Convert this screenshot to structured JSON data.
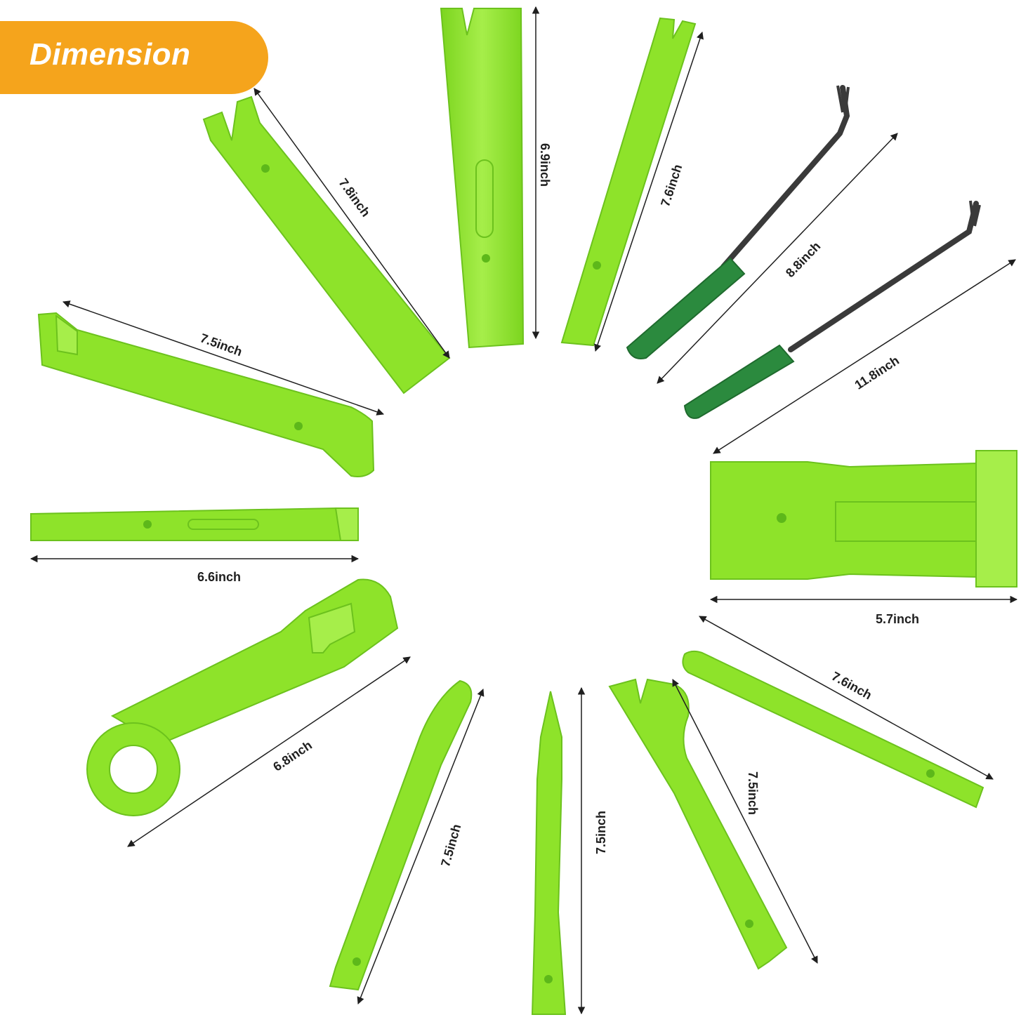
{
  "banner": {
    "title": "Dimension",
    "color": "#f5a41c"
  },
  "colors": {
    "tool_fill": "#8ee32a",
    "tool_light": "#b4f25a",
    "tool_dark": "#5db81a",
    "handle": "#2b8a3e",
    "rod": "#3a3a3a"
  },
  "tools": [
    {
      "name": "angled-fork-pry-tool",
      "dimension": "7.8inch"
    },
    {
      "name": "straight-fork-pry-tool",
      "dimension": "6.9inch"
    },
    {
      "name": "narrow-fork-pry-tool",
      "dimension": "7.6inch"
    },
    {
      "name": "short-clip-remover",
      "dimension": "8.8inch"
    },
    {
      "name": "long-clip-remover",
      "dimension": "11.8inch"
    },
    {
      "name": "hooked-wide-pry-tool",
      "dimension": "7.5inch"
    },
    {
      "name": "flat-hook-pry-tool",
      "dimension": "6.6inch"
    },
    {
      "name": "wide-wedge-pry-tool",
      "dimension": "5.7inch"
    },
    {
      "name": "ring-handle-pry-tool",
      "dimension": "6.8inch"
    },
    {
      "name": "spoon-pry-tool",
      "dimension": "7.5inch"
    },
    {
      "name": "pointed-pry-tool",
      "dimension": "7.5inch"
    },
    {
      "name": "serrated-fork-pry-tool",
      "dimension": "7.5inch"
    },
    {
      "name": "flat-blade-pry-tool",
      "dimension": "7.6inch"
    }
  ]
}
